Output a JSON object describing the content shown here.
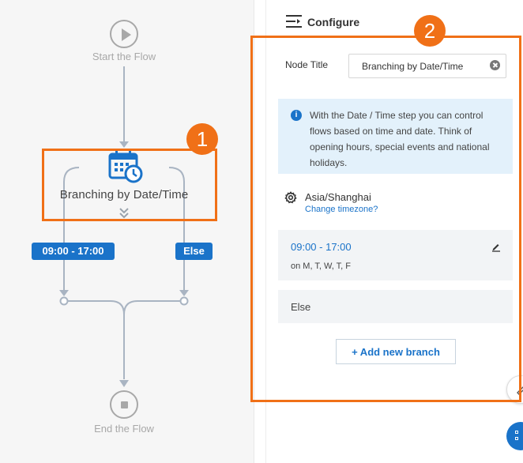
{
  "flow": {
    "start_label": "Start the Flow",
    "node_title": "Branching by Date/Time",
    "branches": [
      "09:00 - 17:00",
      "Else"
    ],
    "end_label": "End the Flow"
  },
  "panel": {
    "title": "Configure",
    "node_title_label": "Node Title",
    "node_title_value": "Branching by Date/Time",
    "info_text": "With the Date / Time step you can control flows based on time and date. Think of opening hours, special events and national holidays.",
    "timezone": "Asia/Shanghai",
    "change_timezone": "Change timezone?",
    "branch_cards": [
      {
        "time": "09:00 - 17:00",
        "days": "on M, T, W, T, F"
      },
      {
        "time": "Else"
      }
    ],
    "add_branch_label": "+ Add new branch"
  },
  "annotations": {
    "badge_1": "1",
    "badge_2": "2"
  },
  "colors": {
    "accent": "#1a73c9",
    "annotation": "#f07017",
    "info_bg": "#e3f1fb",
    "canvas_bg": "#f6f6f6"
  },
  "icons": [
    "play-icon",
    "calendar-clock-icon",
    "chevron-double-down-icon",
    "stop-icon",
    "configure-menu-icon",
    "clear-icon",
    "info-icon",
    "gear-icon",
    "pencil-icon",
    "grid-icon"
  ]
}
